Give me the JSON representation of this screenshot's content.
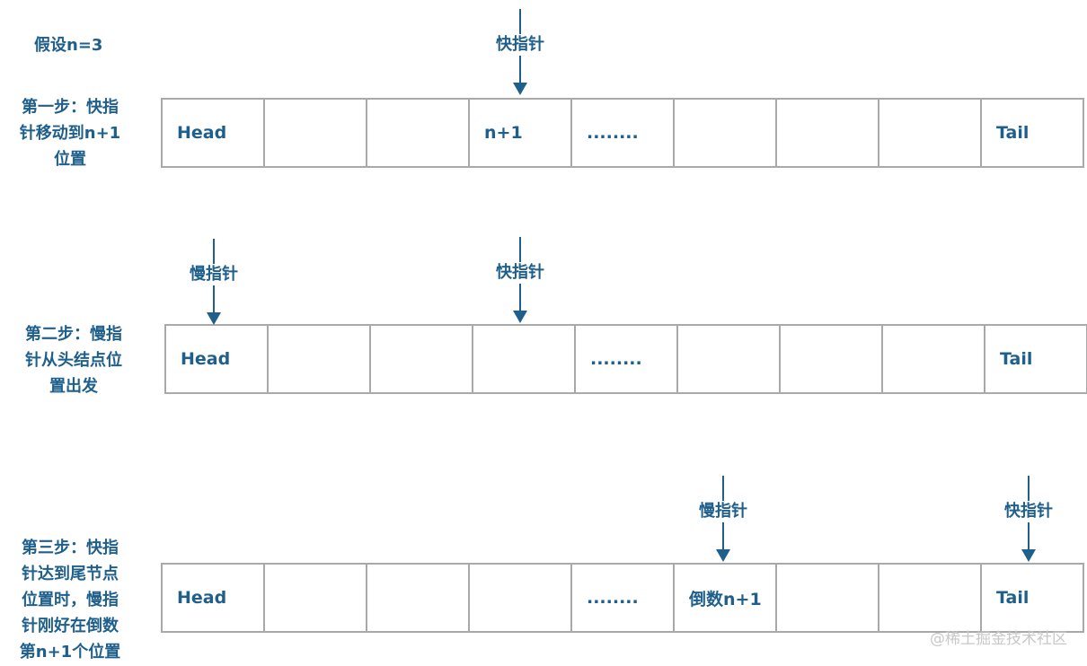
{
  "assumption": "假设n=3",
  "steps": [
    {
      "label_lines": [
        "第一步：快指",
        "针移动到n+1",
        "位置"
      ],
      "cells": [
        "Head",
        "",
        "",
        "n+1",
        "........",
        "",
        "",
        "",
        "Tail"
      ],
      "pointers": [
        {
          "label": "快指针",
          "cell_index": 3.5
        }
      ]
    },
    {
      "label_lines": [
        "第二步：慢指",
        "针从头结点位",
        "置出发"
      ],
      "cells": [
        "Head",
        "",
        "",
        "",
        "........",
        "",
        "",
        "",
        "Tail"
      ],
      "pointers": [
        {
          "label": "慢指针",
          "cell_index": 0.5
        },
        {
          "label": "快指针",
          "cell_index": 3.5
        }
      ]
    },
    {
      "label_lines": [
        "第三步：快指",
        "针达到尾节点",
        "位置时，慢指",
        "针刚好在倒数",
        "第n+1个位置"
      ],
      "cells": [
        "Head",
        "",
        "",
        "",
        "........",
        "倒数n+1",
        "",
        "",
        "Tail"
      ],
      "pointers": [
        {
          "label": "慢指针",
          "cell_index": 5.5
        },
        {
          "label": "快指针",
          "cell_index": 8.5
        }
      ]
    }
  ],
  "watermark": "@稀土掘金技术社区",
  "colors": {
    "accent": "#1f5f8b",
    "border": "#a9a9a9",
    "watermark": "#c8c8c8"
  }
}
